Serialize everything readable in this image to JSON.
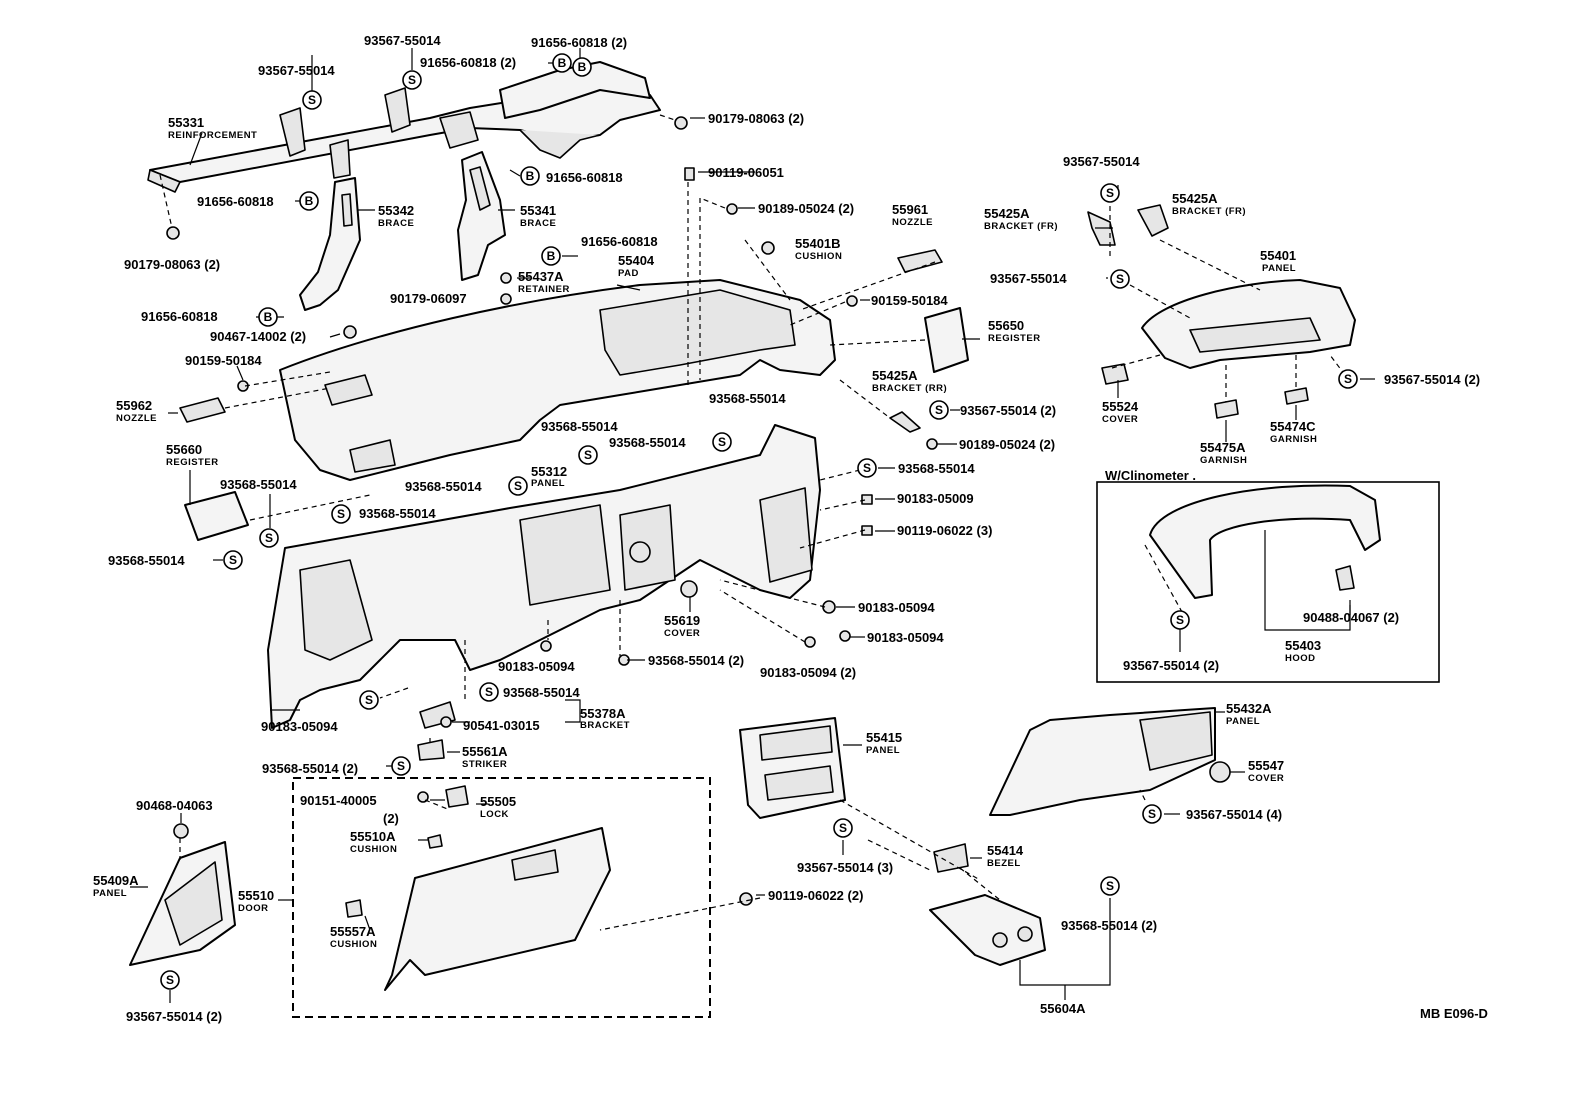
{
  "diagram_code": "MB E096-D",
  "clinometer_title": "W/Clinometer .",
  "symbol_letters": {
    "s": "S",
    "b": "B"
  },
  "parts": [
    {
      "id": "55331",
      "number": "55331",
      "name": "REINFORCEMENT"
    },
    {
      "id": "55342",
      "number": "55342",
      "name": "BRACE"
    },
    {
      "id": "55341",
      "number": "55341",
      "name": "BRACE"
    },
    {
      "id": "55404",
      "number": "55404",
      "name": "PAD"
    },
    {
      "id": "55437A",
      "number": "55437A",
      "name": "RETAINER"
    },
    {
      "id": "55961",
      "number": "55961",
      "name": "NOZZLE"
    },
    {
      "id": "55401B",
      "number": "55401B",
      "name": "CUSHION"
    },
    {
      "id": "55650",
      "number": "55650",
      "name": "REGISTER"
    },
    {
      "id": "55425A_rr",
      "number": "55425A",
      "name": "BRACKET (RR)"
    },
    {
      "id": "55962",
      "number": "55962",
      "name": "NOZZLE"
    },
    {
      "id": "55660",
      "number": "55660",
      "name": "REGISTER"
    },
    {
      "id": "55312",
      "number": "55312",
      "name": "PANEL"
    },
    {
      "id": "55619",
      "number": "55619",
      "name": "COVER"
    },
    {
      "id": "55378A",
      "number": "55378A",
      "name": "BRACKET"
    },
    {
      "id": "55561A",
      "number": "55561A",
      "name": "STRIKER"
    },
    {
      "id": "55425A_fr1",
      "number": "55425A",
      "name": "BRACKET (FR)"
    },
    {
      "id": "55425A_fr2",
      "number": "55425A",
      "name": "BRACKET (FR)"
    },
    {
      "id": "55401",
      "number": "55401",
      "name": "PANEL"
    },
    {
      "id": "55524",
      "number": "55524",
      "name": "COVER"
    },
    {
      "id": "55475A",
      "number": "55475A",
      "name": "GARNISH"
    },
    {
      "id": "55474C",
      "number": "55474C",
      "name": "GARNISH"
    },
    {
      "id": "55403",
      "number": "55403",
      "name": "HOOD"
    },
    {
      "id": "55432A",
      "number": "55432A",
      "name": "PANEL"
    },
    {
      "id": "55547",
      "number": "55547",
      "name": "COVER"
    },
    {
      "id": "55415",
      "number": "55415",
      "name": "PANEL"
    },
    {
      "id": "55414",
      "number": "55414",
      "name": "BEZEL"
    },
    {
      "id": "55604A",
      "number": "55604A",
      "name": ""
    },
    {
      "id": "55409A",
      "number": "55409A",
      "name": "PANEL"
    },
    {
      "id": "55505",
      "number": "55505",
      "name": "LOCK"
    },
    {
      "id": "55510A",
      "number": "55510A",
      "name": "CUSHION"
    },
    {
      "id": "55510",
      "number": "55510",
      "name": "DOOR"
    },
    {
      "id": "55557A",
      "number": "55557A",
      "name": "CUSHION"
    }
  ],
  "fasteners": [
    {
      "id": "f01",
      "text": "93567-55014"
    },
    {
      "id": "f02",
      "text": "93567-55014"
    },
    {
      "id": "f03",
      "text": "91656-60818 (2)"
    },
    {
      "id": "f04",
      "text": "91656-60818 (2)"
    },
    {
      "id": "f05",
      "text": "90179-08063 (2)"
    },
    {
      "id": "f06",
      "text": "91656-60818"
    },
    {
      "id": "f07",
      "text": "91656-60818"
    },
    {
      "id": "f08",
      "text": "90179-08063 (2)"
    },
    {
      "id": "f09",
      "text": "90119-06051"
    },
    {
      "id": "f10",
      "text": "90189-05024 (2)"
    },
    {
      "id": "f11",
      "text": "91656-60818"
    },
    {
      "id": "f12",
      "text": "90179-06097"
    },
    {
      "id": "f13",
      "text": "91656-60818"
    },
    {
      "id": "f14",
      "text": "90467-14002 (2)"
    },
    {
      "id": "f15",
      "text": "90159-50184"
    },
    {
      "id": "f16",
      "text": "90159-50184"
    },
    {
      "id": "f17",
      "text": "93568-55014"
    },
    {
      "id": "f18",
      "text": "93567-55014 (2)"
    },
    {
      "id": "f19",
      "text": "90189-05024 (2)"
    },
    {
      "id": "f20",
      "text": "93568-55014"
    },
    {
      "id": "f21",
      "text": "93568-55014"
    },
    {
      "id": "f22",
      "text": "93568-55014"
    },
    {
      "id": "f23",
      "text": "93568-55014"
    },
    {
      "id": "f24",
      "text": "93568-55014"
    },
    {
      "id": "f25",
      "text": "93568-55014"
    },
    {
      "id": "f26",
      "text": "93568-55014"
    },
    {
      "id": "f27",
      "text": "90183-05094"
    },
    {
      "id": "f28",
      "text": "90183-05009"
    },
    {
      "id": "f29",
      "text": "90119-06022 (3)"
    },
    {
      "id": "f30",
      "text": "90183-05094"
    },
    {
      "id": "f31",
      "text": "90183-05094"
    },
    {
      "id": "f32",
      "text": "90183-05094 (2)"
    },
    {
      "id": "f33",
      "text": "90183-05094"
    },
    {
      "id": "f34",
      "text": "93568-55014 (2)"
    },
    {
      "id": "f35",
      "text": "93568-55014"
    },
    {
      "id": "f36",
      "text": "90541-03015"
    },
    {
      "id": "f37",
      "text": "93568-55014 (2)"
    },
    {
      "id": "f38",
      "text": "93567-55014"
    },
    {
      "id": "f39",
      "text": "93567-55014"
    },
    {
      "id": "f40",
      "text": "93567-55014 (2)"
    },
    {
      "id": "f41",
      "text": "90488-04067 (2)"
    },
    {
      "id": "f42",
      "text": "93567-55014 (2)"
    },
    {
      "id": "f43",
      "text": "93567-55014 (4)"
    },
    {
      "id": "f44",
      "text": "93567-55014 (3)"
    },
    {
      "id": "f45",
      "text": "93568-55014 (2)"
    },
    {
      "id": "f46",
      "text": "90468-04063"
    },
    {
      "id": "f47",
      "text": "93567-55014 (2)"
    },
    {
      "id": "f48",
      "text": "90151-40005"
    },
    {
      "id": "f49",
      "text": "(2)"
    },
    {
      "id": "f50",
      "text": "90119-06022 (2)"
    },
    {
      "id": "f51",
      "text": "93568-55014"
    }
  ]
}
